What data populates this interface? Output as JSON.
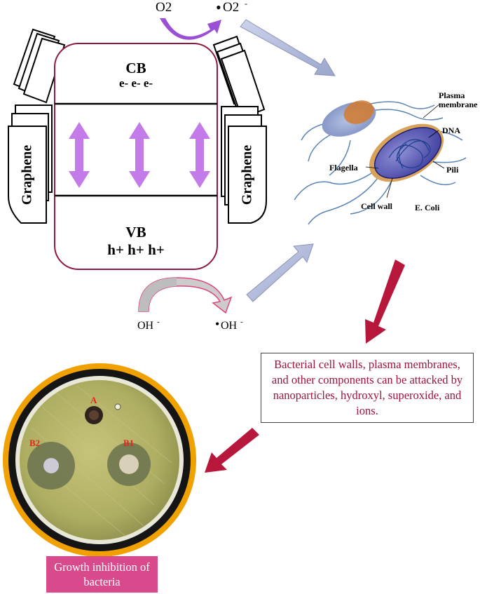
{
  "semiconductor": {
    "cb_label": "CB",
    "cb_electrons": "e- e- e-",
    "vb_label": "VB",
    "vb_holes": "h+ h+ h+"
  },
  "graphene": {
    "left_label": "Graphene",
    "right_label": "Graphene"
  },
  "reactions": {
    "o2_main": "O2",
    "superoxide_dot": "•",
    "superoxide_main": "O2",
    "superoxide_charge": "-",
    "hydroxide_main": "OH",
    "hydroxide_charge": "-",
    "hydroxyl_dot": "•",
    "hydroxyl_main": "OH",
    "hydroxyl_charge": "-"
  },
  "bacterium": {
    "plasma_membrane": "Plasma membrane",
    "dna": "DNA",
    "flagella": "Flagella",
    "pili": "Pili",
    "cell_wall": "Cell wall",
    "species": "E. Coli"
  },
  "mechanism_text": "Bacterial cell walls, plasma membranes, and other components can be attacked by nanoparticles, hydroxyl, superoxide, and ions.",
  "dish": {
    "well_a": "A",
    "well_b1": "B1",
    "well_b2": "B2"
  },
  "result_text": "Growth inhibition of bacteria",
  "colors": {
    "cb_box_border": "#8b1a3c",
    "double_arrow": "#c27be8",
    "o2_arrow": "#9b4fd6",
    "process_arrow": "#b3bcd8",
    "result_arrow": "#b8173c",
    "mechanism_text": "#a0133a",
    "result_box": "#d94a8c",
    "dish_label": "#e0261e"
  }
}
